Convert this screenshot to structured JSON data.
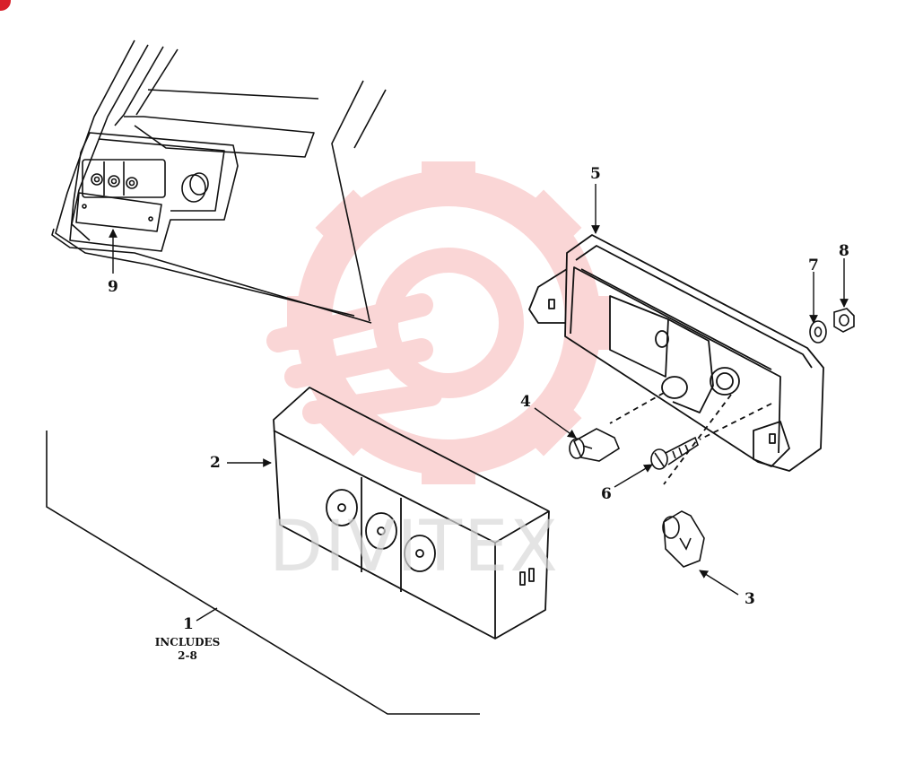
{
  "colors": {
    "line": "#111111",
    "watermark_gear": "#f6b6b6",
    "watermark_text": "#d9d9d9",
    "badge": "#d8202a"
  },
  "watermark": {
    "text": "DIVITEX"
  },
  "callouts": {
    "c1": "1",
    "c1_note_line1": "INCLUDES",
    "c1_note_line2": "2-8",
    "c2": "2",
    "c3": "3",
    "c4": "4",
    "c5": "5",
    "c6": "6",
    "c7": "7",
    "c8": "8",
    "c9": "9"
  }
}
